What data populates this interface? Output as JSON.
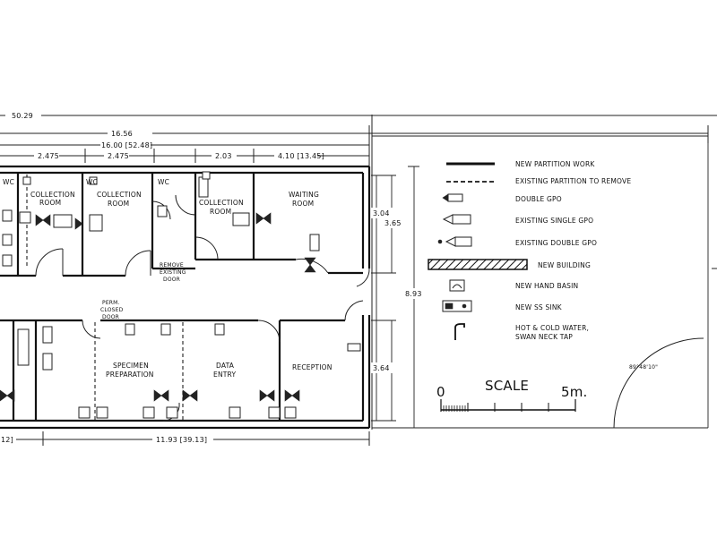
{
  "dimensions": {
    "overall_top": "50.29",
    "building": "16.56",
    "inner": "16.00 [52.48]",
    "seg1": "2.475",
    "seg2": "2.475",
    "seg3": "2.03",
    "seg4": "4.10 [13.45]",
    "bottom_left": "12]",
    "bottom_main": "11.93 [39.13]",
    "right_upper": "3.04",
    "right_mid": "3.65",
    "right_total": "8.93",
    "right_lower": "3.64",
    "angle": "89°48'10\""
  },
  "rooms": {
    "wc1": "WC",
    "collection1_a": "COLLECTION",
    "collection1_b": "ROOM",
    "wc2": "WC",
    "collection2_a": "COLLECTION",
    "collection2_b": "ROOM",
    "wc3": "WC",
    "collection3_a": "COLLECTION",
    "collection3_b": "ROOM",
    "waiting_a": "WAITING",
    "waiting_b": "ROOM",
    "specimen_a": "SPECIMEN",
    "specimen_b": "PREPARATION",
    "data_a": "DATA",
    "data_b": "ENTRY",
    "reception": "RECEPTION"
  },
  "notes": {
    "remove_door_a": "REMOVE",
    "remove_door_b": "EXISTING",
    "remove_door_c": "DOOR",
    "closed_door_a": "PERM.",
    "closed_door_b": "CLOSED",
    "closed_door_c": "DOOR"
  },
  "legend": [
    {
      "label": "NEW PARTITION WORK",
      "icon": "new-partition-line"
    },
    {
      "label": "EXISTING PARTITION TO REMOVE",
      "icon": "remove-partition-line"
    },
    {
      "label": "DOUBLE GPO",
      "icon": "double-gpo-icon"
    },
    {
      "label": "EXISTING SINGLE GPO",
      "icon": "existing-single-gpo-icon"
    },
    {
      "label": "EXISTING DOUBLE GPO",
      "icon": "existing-double-gpo-icon"
    },
    {
      "label": "NEW BUILDING",
      "icon": "new-building-hatch"
    },
    {
      "label": "NEW HAND BASIN",
      "icon": "hand-basin-icon"
    },
    {
      "label": "NEW SS SINK",
      "icon": "ss-sink-icon"
    },
    {
      "label": "HOT & COLD WATER,",
      "icon": "swan-neck-tap-icon"
    },
    {
      "label": "SWAN NECK TAP",
      "icon": ""
    }
  ],
  "scale": {
    "title": "SCALE",
    "zero": "0",
    "end": "5m."
  }
}
